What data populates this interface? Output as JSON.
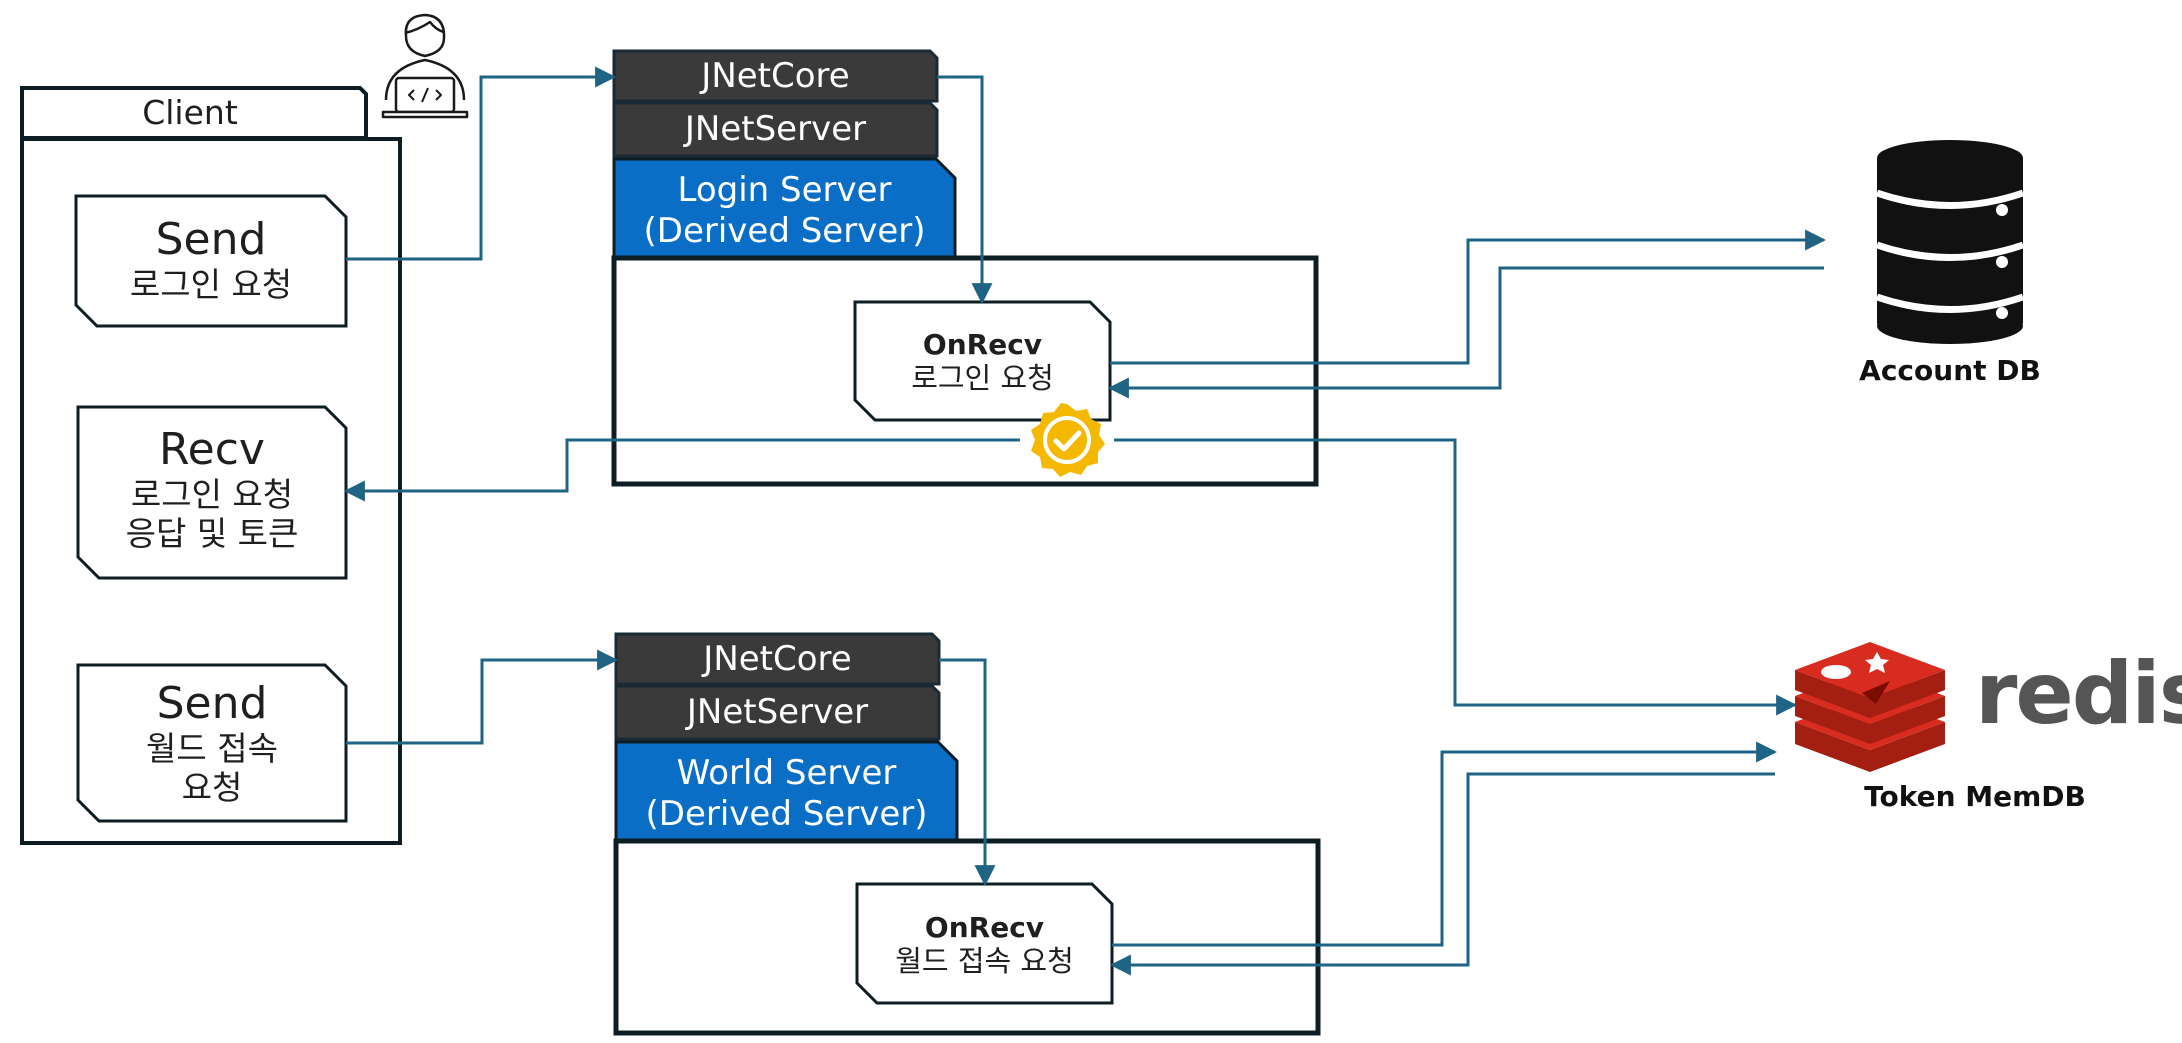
{
  "client": {
    "title": "Client"
  },
  "client_boxes": [
    {
      "main": "Send",
      "sub": [
        "로그인 요청"
      ]
    },
    {
      "main": "Recv",
      "sub": [
        "로그인 요청",
        "응답 및 토큰"
      ]
    },
    {
      "main": "Send",
      "sub": [
        "월드 접속",
        "요청"
      ]
    }
  ],
  "login_stack": {
    "core": "JNetCore",
    "server": "JNetServer",
    "derived": [
      "Login Server",
      "(Derived Server)"
    ],
    "onrecv_title": "OnRecv",
    "onrecv_sub": "로그인 요청"
  },
  "world_stack": {
    "core": "JNetCore",
    "server": "JNetServer",
    "derived": [
      "World Server",
      "(Derived Server)"
    ],
    "onrecv_title": "OnRecv",
    "onrecv_sub": "월드 접속 요청"
  },
  "account_db": {
    "caption": "Account DB"
  },
  "token_db": {
    "caption": "Token MemDB",
    "logo_text": "redis"
  },
  "icons": [
    "developer-icon",
    "database-icon",
    "verified-badge-icon",
    "redis-logo-icon"
  ],
  "colors": {
    "dark_header": "#3a3a3a",
    "blue": "#0a6ec6",
    "wire": "#1f6484",
    "border": "#0e1c24",
    "badge": "#f5b800",
    "redis_red": "#d82c20"
  }
}
